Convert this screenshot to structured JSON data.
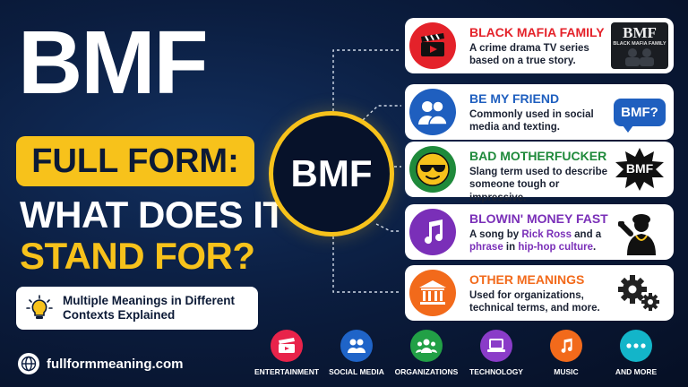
{
  "heading": {
    "acronym": "BMF",
    "pill": "FULL FORM:",
    "line1": "WHAT DOES IT",
    "line2": "STAND FOR?"
  },
  "note": {
    "text": "Multiple Meanings in Different Contexts Explained",
    "icon": "lightbulb-icon"
  },
  "site": {
    "url": "fullformmeaning.com",
    "icon": "globe-icon"
  },
  "hub": {
    "label": "BMF"
  },
  "cards": [
    {
      "title": "BLACK MAFIA FAMILY",
      "desc": "A crime drama TV series based on a true story.",
      "color": "#e4222a",
      "icon": "clapperboard-icon",
      "art": "BMF",
      "art_sub": "BLACK MAFIA FAMILY"
    },
    {
      "title": "BE MY FRIEND",
      "desc": "Commonly used in social media and texting.",
      "color": "#1f5fbf",
      "icon": "friends-icon",
      "art": "BMF?"
    },
    {
      "title": "BAD MOTHERFUCKER",
      "desc": "Slang term used to describe someone tough or impressive.",
      "color": "#1f8a3b",
      "icon": "sunglasses-emoji-icon",
      "art": "BMF"
    },
    {
      "title": "BLOWIN' MONEY FAST",
      "desc_parts": [
        "A song by ",
        "Rick Ross",
        " and a ",
        "phrase",
        " in ",
        "hip-hop culture",
        "."
      ],
      "color": "#7a2fb8",
      "icon": "music-note-icon",
      "art": "rapper-silhouette-icon"
    },
    {
      "title": "OTHER MEANINGS",
      "desc": "Used for organizations, technical terms, and more.",
      "color": "#f26a1b",
      "icon": "institution-icon",
      "art": "gears-icon"
    }
  ],
  "categories": [
    {
      "label": "ENTERTAINMENT",
      "color": "#e8234a",
      "icon": "clapperboard-icon"
    },
    {
      "label": "SOCIAL MEDIA",
      "color": "#1f64c8",
      "icon": "people-icon"
    },
    {
      "label": "ORGANIZATIONS",
      "color": "#22a046",
      "icon": "group-icon"
    },
    {
      "label": "TECHNOLOGY",
      "color": "#8a3cc8",
      "icon": "laptop-icon"
    },
    {
      "label": "MUSIC",
      "color": "#f26a1b",
      "icon": "music-note-icon"
    },
    {
      "label": "AND MORE",
      "color": "#13b5c9",
      "icon": "more-dots-icon"
    }
  ]
}
